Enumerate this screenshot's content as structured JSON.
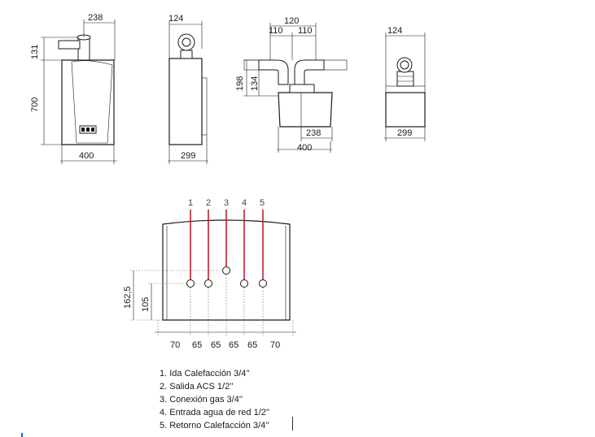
{
  "views": {
    "front": {
      "width_label": "400",
      "depth_label": "238",
      "height_label": "700",
      "flue_label": "131"
    },
    "side": {
      "top_label": "124",
      "depth_label": "299"
    },
    "flue": {
      "total_label": "120",
      "left_label": "110",
      "right_label": "110",
      "height_label": "198",
      "inner_label": "134",
      "depth_label": "238",
      "width_label": "400"
    },
    "rear": {
      "top_label": "124",
      "depth_label": "299"
    }
  },
  "connections": {
    "numbers": [
      "1",
      "2",
      "3",
      "4",
      "5"
    ],
    "height_outer_label": "162,5",
    "height_inner_label": "105",
    "spacings": [
      "70",
      "65",
      "65",
      "65",
      "65",
      "70"
    ]
  },
  "legend": [
    "1. Ida Calefacción 3/4''",
    "2. Salida ACS 1/2''",
    "3. Conexión gas 3/4''",
    "4. Entrada agua de red 1/2''",
    "5. Retorno Calefacción 3/4''"
  ],
  "colors": {
    "connection_line": "#c0202a",
    "outline": "#1a1a1a"
  }
}
